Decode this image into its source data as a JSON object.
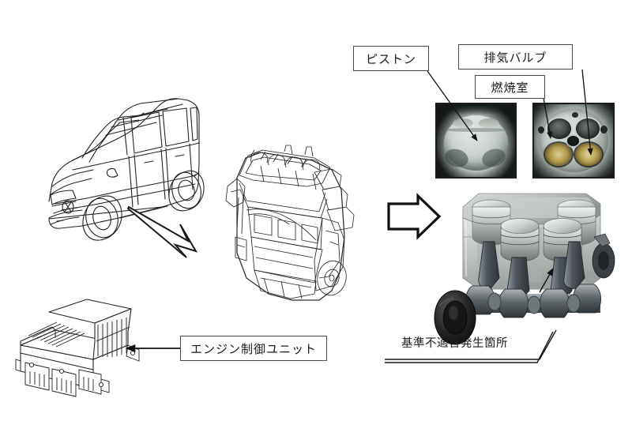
{
  "document": {
    "type": "technical-recall-diagram",
    "background_color": "#ffffff",
    "language": "ja"
  },
  "labels": {
    "piston": {
      "text": "ピストン",
      "kind": "boxed-callout"
    },
    "exhaust_valve": {
      "text": "排気バルブ",
      "kind": "boxed-callout"
    },
    "combustion_chamber": {
      "text": "燃焼室",
      "kind": "boxed-callout"
    },
    "engine_control_unit": {
      "text": "エンジン制御ユニット",
      "kind": "boxed-callout"
    },
    "nonconformance_location": {
      "text": "基準不適合発生箇所",
      "kind": "bracket-callout"
    }
  },
  "figures": {
    "vehicle": {
      "name": "van-line-drawing",
      "style": "line-art"
    },
    "engine": {
      "name": "engine-assembly-line-drawing",
      "style": "line-art"
    },
    "ecu": {
      "name": "engine-control-unit-line-drawing",
      "style": "line-art"
    },
    "piston_photo": {
      "name": "piston-crown-photograph",
      "style": "photograph"
    },
    "chamber_photo": {
      "name": "combustion-chamber-photograph",
      "style": "photograph"
    },
    "crank_render": {
      "name": "crankshaft-piston-assembly-render",
      "style": "3d-render"
    }
  },
  "connectors": {
    "car_to_engine": {
      "name": "hollow-arrow-down-right"
    },
    "engine_to_crank": {
      "name": "block-arrow-right"
    },
    "label_to_ecu": {
      "name": "line-arrow-left"
    },
    "piston_leader": {
      "name": "leader-arrow"
    },
    "chamber_leader": {
      "name": "leader-arrow"
    },
    "valve_leader": {
      "name": "leader-arrow"
    },
    "nonconformance_bracket": {
      "name": "bracket-leader"
    }
  },
  "colors": {
    "outline": "#1a1a1a",
    "box_border": "#4a4a4a",
    "photo_frame": "#1b1b1b",
    "valve_deposit": "#b9a14f",
    "metal_light": "#cfd4d2",
    "metal_dark": "#5d6361"
  }
}
